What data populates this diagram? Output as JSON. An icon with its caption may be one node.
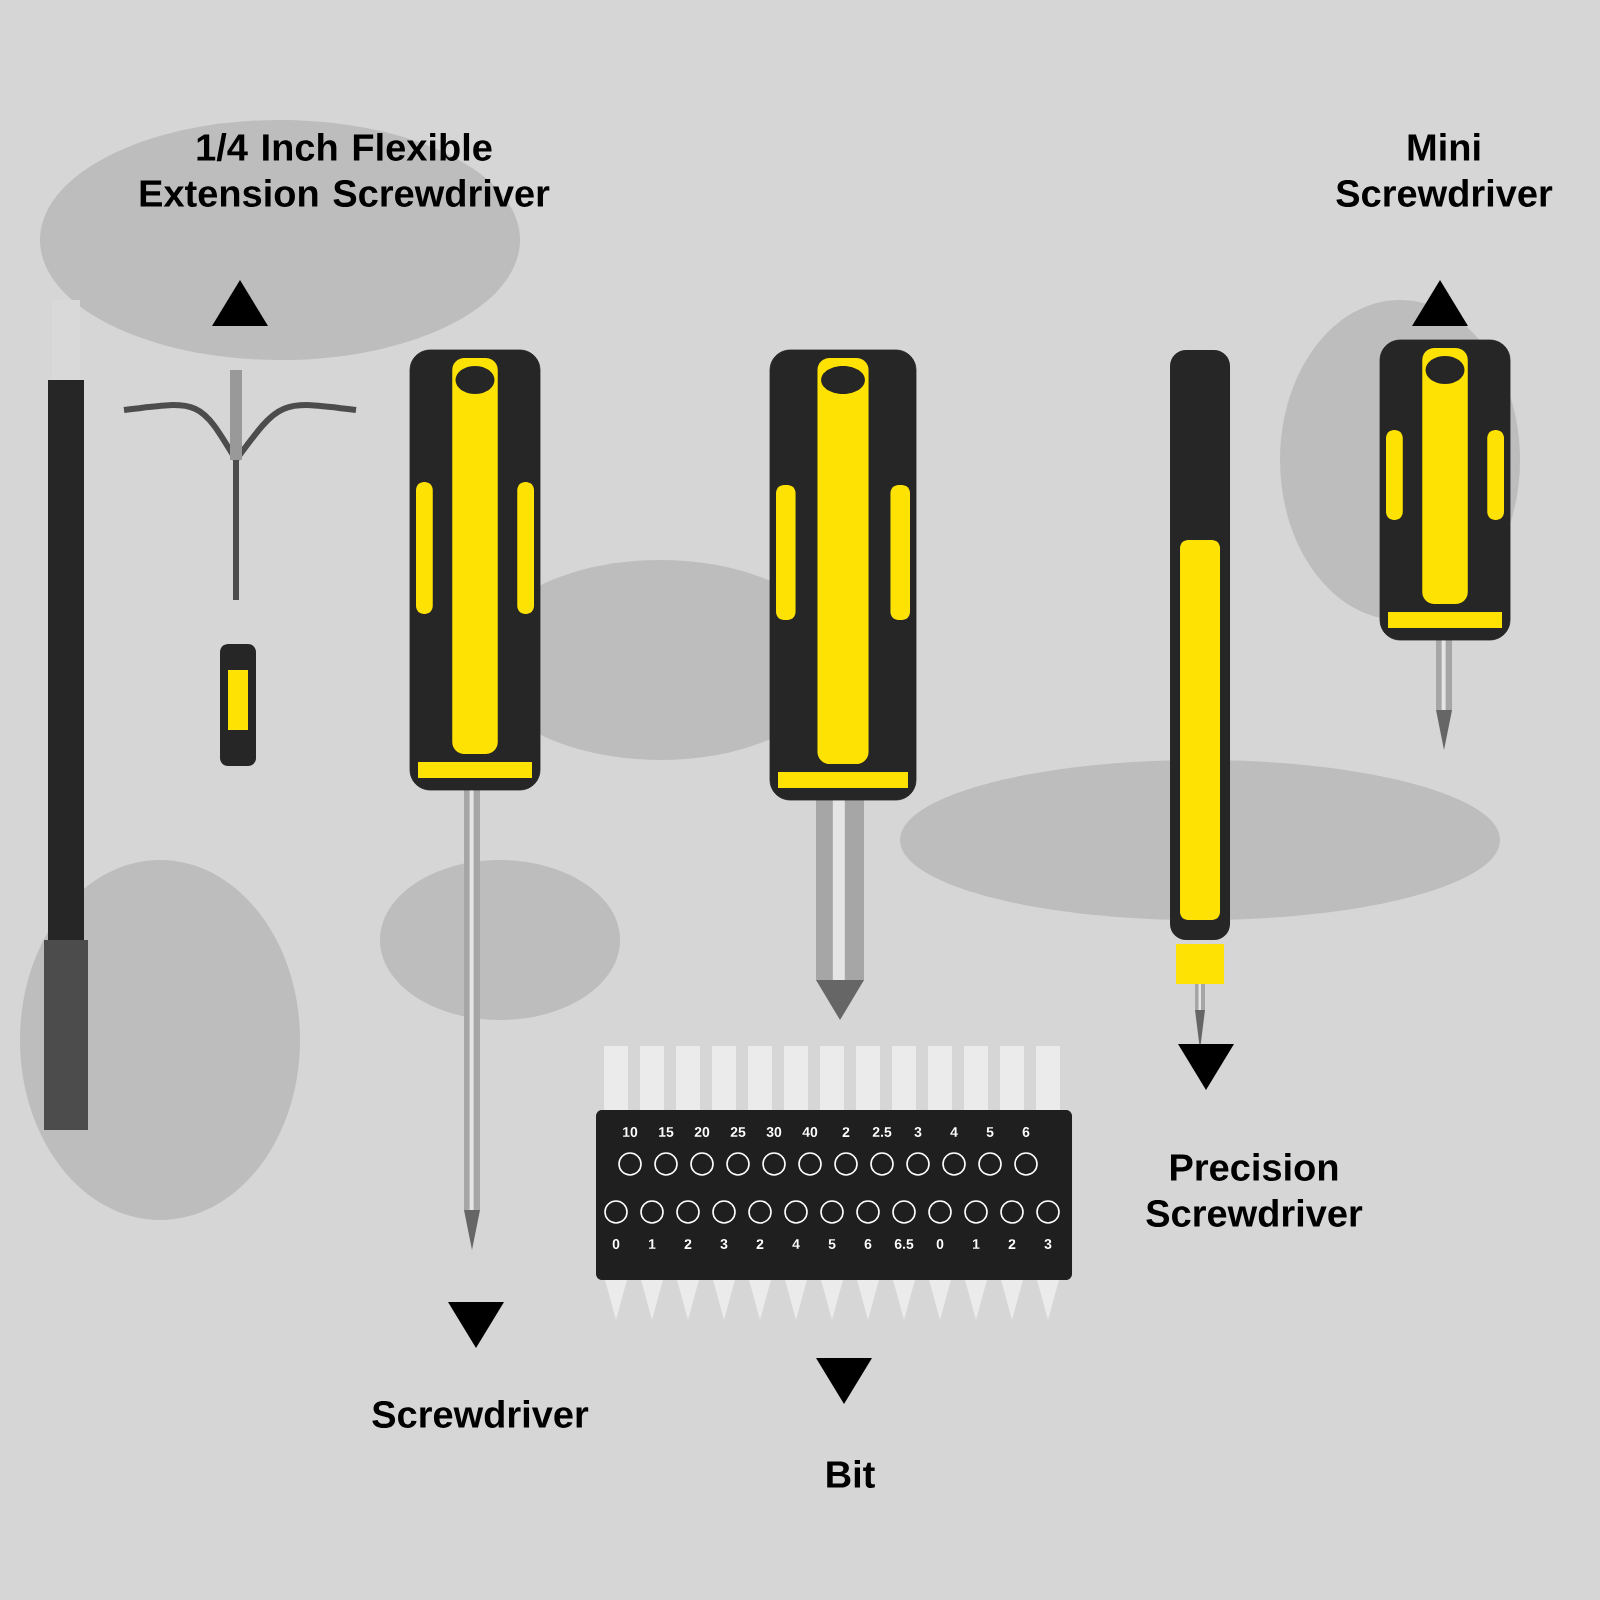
{
  "diagram": {
    "labels": [
      "1/4 Inch Flexible Extension Screwdriver",
      "Mini Screwdriver",
      "Precision Screwdriver",
      "Screwdriver",
      "Bit",
      "10",
      "15",
      "20",
      "25",
      "30",
      "40",
      "2",
      "2.5",
      "3",
      "4",
      "5",
      "6",
      "0",
      "1",
      "2",
      "3",
      "2",
      "4",
      "5",
      "6",
      "6.5",
      "0",
      "1",
      "2",
      "3"
    ]
  }
}
